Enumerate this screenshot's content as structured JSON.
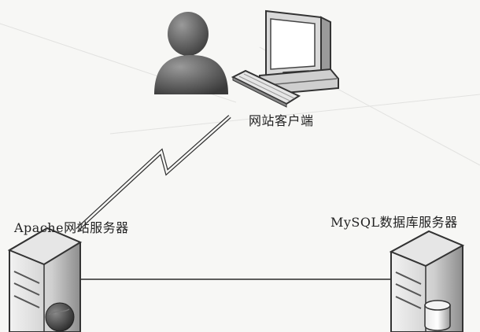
{
  "diagram": {
    "nodes": {
      "client": {
        "label": "网站客户端",
        "icons": [
          "user-icon",
          "desktop-computer-icon",
          "keyboard-icon"
        ]
      },
      "web_server": {
        "label": "Apache网站服务器",
        "icons": [
          "server-tower-icon",
          "globe-icon"
        ]
      },
      "db_server": {
        "label": "MySQL数据库服务器",
        "icons": [
          "server-tower-icon",
          "database-cylinder-icon"
        ]
      }
    },
    "connections": [
      {
        "from": "web_server",
        "to": "client",
        "kind": "wireless",
        "icon": "lightning-bolt-icon"
      },
      {
        "from": "web_server",
        "to": "db_server",
        "kind": "wired"
      }
    ]
  }
}
